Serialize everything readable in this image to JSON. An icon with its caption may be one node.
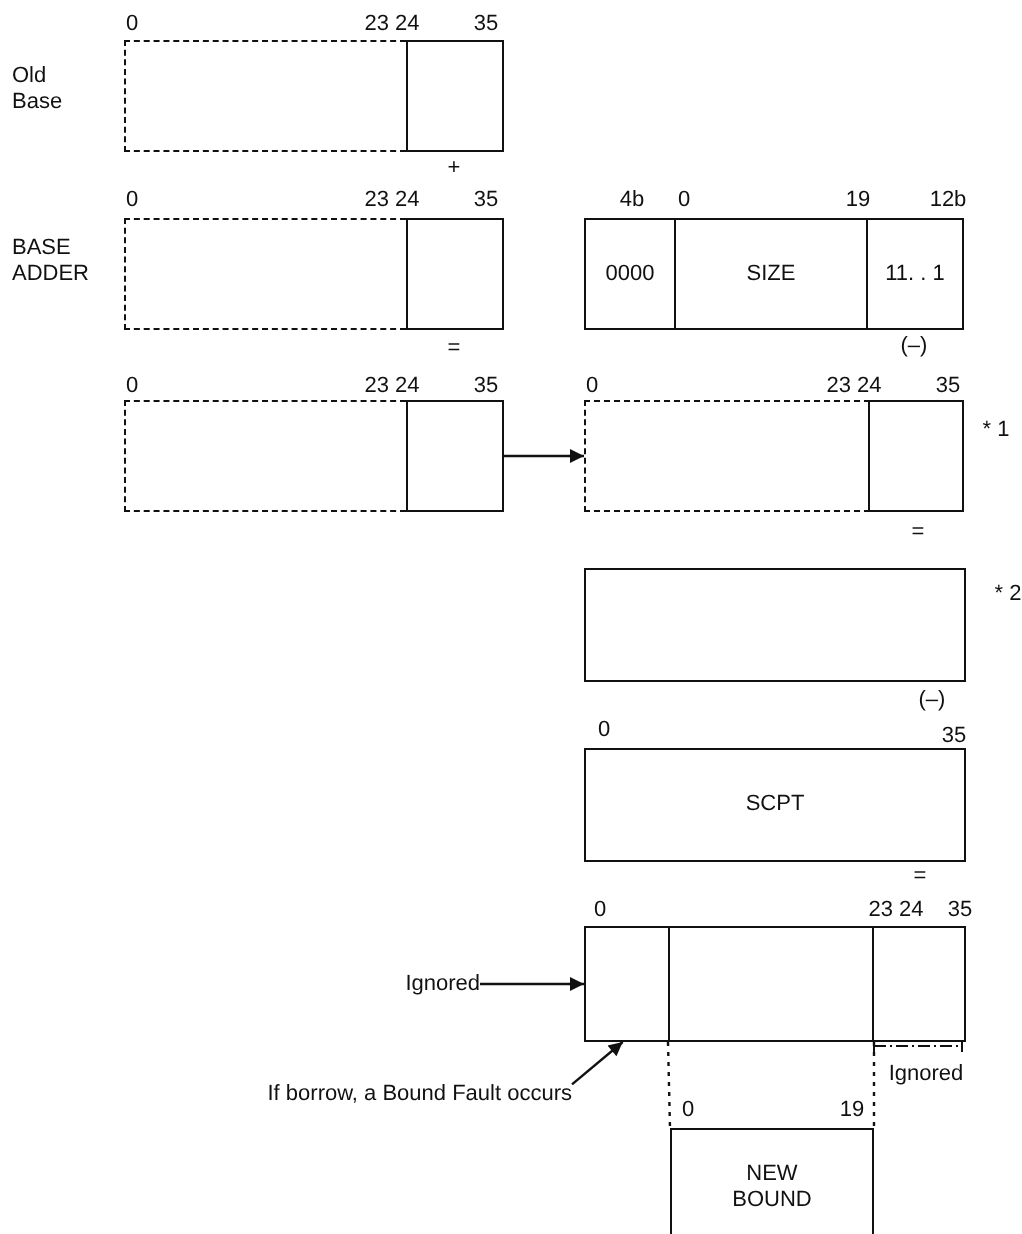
{
  "diagram": {
    "nodes": [
      {
        "text": [],
        "shape": "box",
        "beside": [
          "Old Base"
        ]
      },
      {
        "text": [],
        "shape": "box"
      },
      {
        "text": [],
        "shape": "box",
        "beside": [
          "BASE ADDER"
        ]
      },
      {
        "text": [],
        "shape": "box"
      },
      {
        "text": [
          "0000"
        ]
      },
      {
        "text": [
          "SIZE"
        ]
      },
      {
        "text": [
          "11. . 1"
        ]
      },
      {
        "text": [],
        "shape": "box"
      },
      {
        "text": [],
        "shape": "box"
      },
      {
        "text": [],
        "shape": "box"
      },
      {
        "text": [],
        "shape": "box"
      },
      {
        "text": [],
        "shape": "box"
      },
      {
        "text": [
          "SCPT"
        ]
      },
      {
        "text": [],
        "shape": "box"
      },
      {
        "text": [],
        "shape": "box"
      },
      {
        "text": [],
        "shape": "box"
      },
      {
        "text": [
          "Ignored"
        ]
      },
      {
        "text": [
          "If borrow, a Bound Fault occurs"
        ]
      },
      {
        "text": [
          "NEW BOUND"
        ]
      }
    ],
    "edges": [
      {
        "from": 8,
        "to": 9,
        "arrow": "to"
      },
      {
        "from": 16,
        "to": 13,
        "arrow": "to"
      },
      {
        "from": 17,
        "to": 13,
        "arrow": "to"
      },
      {
        "from": 14,
        "to": 18,
        "arrow": "none",
        "style": "dashed"
      },
      {
        "from": 14,
        "to": 18,
        "arrow": "none",
        "style": "dashed"
      }
    ],
    "labels": [
      "0",
      "23 24",
      "35",
      "+",
      "0",
      "23 24",
      "35",
      "4b",
      "0",
      "19",
      "12b",
      "(–)",
      "=",
      "0",
      "23 24",
      "35",
      "0",
      "23 24",
      "35",
      "* 1",
      "=",
      "* 2",
      "(–)",
      "0",
      "35",
      "=",
      "0",
      "23 24",
      "35",
      "Ignored",
      "0",
      "19"
    ]
  }
}
